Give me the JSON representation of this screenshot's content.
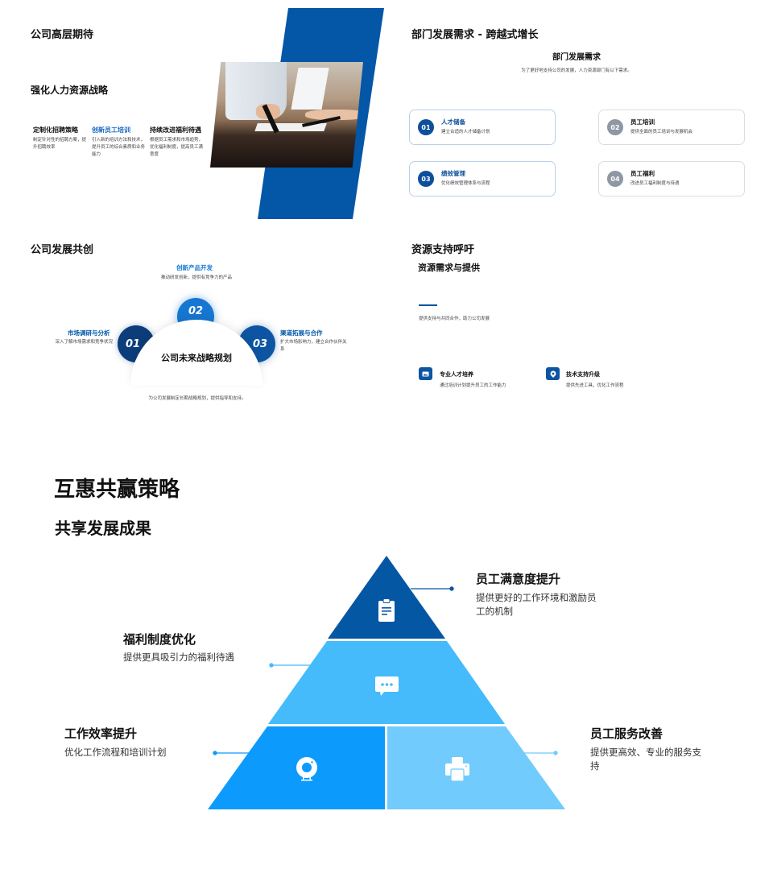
{
  "slide1": {
    "title": "公司高层期待",
    "subtitle": "强化人力资源战略",
    "accent_color": "#0456A6",
    "highlight_color": "#1A6BC4",
    "columns": [
      {
        "title": "定制化招聘策略",
        "desc": "制定针对性的招聘方案，提升招聘效率",
        "highlight": false
      },
      {
        "title": "创新员工培训",
        "desc": "引入新的培训方法和技术，提升员工的综合素质和业务能力",
        "highlight": true
      },
      {
        "title": "持续改进福利待遇",
        "desc": "根据员工需求和市场趋势，优化福利制度，提高员工满意度",
        "highlight": false
      }
    ],
    "photo": "business-meeting-photo"
  },
  "slide2": {
    "title": "部门发展需求 - 跨越式增长",
    "section_title": "部门发展需求",
    "section_desc": "为了更好地支持公司的发展，人力资源部门有以下需求。",
    "cards": [
      {
        "num": "01",
        "title": "人才储备",
        "desc": "建立合适的人才储备计划",
        "color": "#0D4F9A",
        "border": "#B9D0EA",
        "title_color": "#0D4F9A"
      },
      {
        "num": "02",
        "title": "员工培训",
        "desc": "提供全面的员工培训与发展机会",
        "color": "#8E97A3",
        "border": "#D9DEE4",
        "title_color": "#111111"
      },
      {
        "num": "03",
        "title": "绩效管理",
        "desc": "优化绩效管理体系与流程",
        "color": "#0D4F9A",
        "border": "#B9D0EA",
        "title_color": "#0D4F9A"
      },
      {
        "num": "04",
        "title": "员工福利",
        "desc": "改进员工福利制度与待遇",
        "color": "#8E97A3",
        "border": "#D9DEE4",
        "title_color": "#111111"
      }
    ]
  },
  "slide3": {
    "title": "公司发展共创",
    "center_title": "公司未来战略规划",
    "center_desc": "为公司发展制定长期战略规划，提供指导和支持。",
    "items": [
      {
        "num": "01",
        "title": "市场调研与分析",
        "desc": "深入了解市场需求和竞争状况",
        "color": "#0C3D7A"
      },
      {
        "num": "02",
        "title": "创新产品开发",
        "desc": "推动研发创新，提供有竞争力的产品",
        "color": "#1677D2"
      },
      {
        "num": "03",
        "title": "渠道拓展与合作",
        "desc": "扩大市场影响力，建立合作伙伴关系",
        "color": "#0D55A3"
      }
    ]
  },
  "slide4": {
    "title": "资源支持呼吁",
    "subtitle": "资源需求与提供",
    "desc": "提供支持与共同合作，助力公司发展",
    "accent_color": "#0D55A3",
    "items": [
      {
        "icon": "image-icon",
        "title": "专业人才培养",
        "desc": "通过培训计划提升员工的工作能力"
      },
      {
        "icon": "location-pin-icon",
        "title": "技术支持升级",
        "desc": "提供先进工具，优化工作流程"
      }
    ]
  },
  "slide5": {
    "title": "互惠共赢策略",
    "subtitle": "共享发展成果",
    "layers": [
      {
        "name": "top",
        "icon": "clipboard-icon",
        "color": "#0457A3"
      },
      {
        "name": "middle",
        "icon": "chat-bubble-icon",
        "color": "#45BBFC"
      },
      {
        "name": "bottom-left",
        "icon": "webcam-icon",
        "color": "#0C9BFC"
      },
      {
        "name": "bottom-right",
        "icon": "printer-icon",
        "color": "#72CBFD"
      }
    ],
    "labels": [
      {
        "title": "员工满意度提升",
        "desc": "提供更好的工作环境和激励员工的机制"
      },
      {
        "title": "福利制度优化",
        "desc": "提供更具吸引力的福利待遇"
      },
      {
        "title": "工作效率提升",
        "desc": "优化工作流程和培训计划"
      },
      {
        "title": "员工服务改善",
        "desc": "提供更高效、专业的服务支持"
      }
    ]
  }
}
